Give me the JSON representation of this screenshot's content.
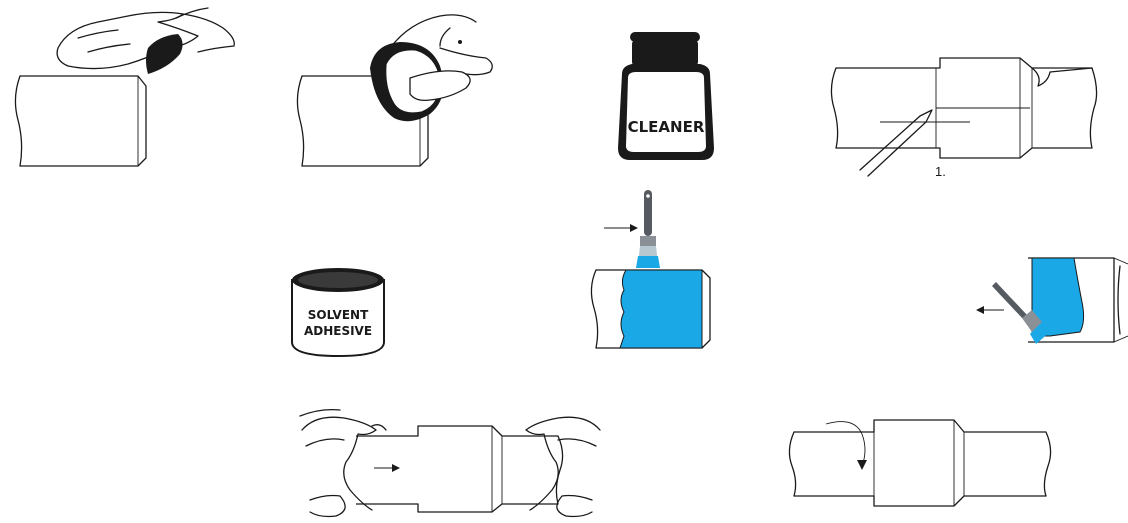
{
  "colors": {
    "line": "#1a1a1a",
    "adhesive": "#1aa8e6",
    "brush_handle": "#555b60",
    "white": "#ffffff"
  },
  "steps": {
    "cleaner_bottle": {
      "label": "CLEANER"
    },
    "marking": {
      "step_number": "1."
    },
    "adhesive_can": {
      "label_line1": "SOLVENT",
      "label_line2": "ADHESIVE"
    }
  },
  "icons": [
    "hand-wipe-cloth-icon",
    "hand-abrasive-pad-icon",
    "cleaner-bottle-icon",
    "pencil-icon",
    "paint-brush-icon",
    "adhesive-can-icon",
    "push-arrow-icon",
    "rotate-arrow-icon"
  ]
}
